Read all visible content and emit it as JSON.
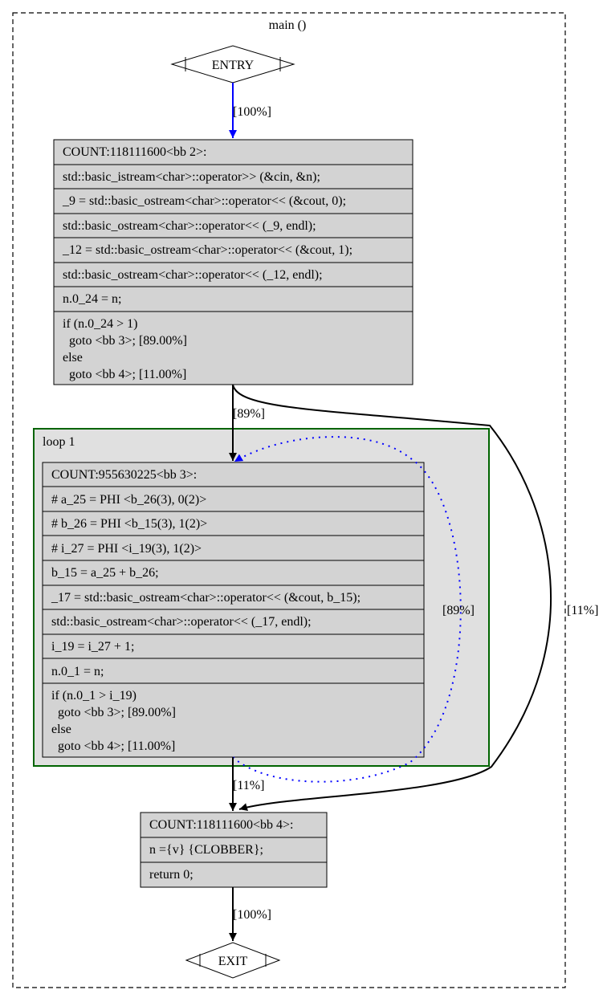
{
  "cluster_title": "main ()",
  "loop_title": "loop 1",
  "entry_label": "ENTRY",
  "exit_label": "EXIT",
  "bb2": {
    "lines": [
      "COUNT:118111600<bb 2>:",
      "std::basic_istream<char>::operator>> (&cin, &n);",
      "_9 = std::basic_ostream<char>::operator<< (&cout, 0);",
      "std::basic_ostream<char>::operator<< (_9, endl);",
      "_12 = std::basic_ostream<char>::operator<< (&cout, 1);",
      "std::basic_ostream<char>::operator<< (_12, endl);",
      "n.0_24 = n;"
    ],
    "branch": [
      "if (n.0_24 > 1)",
      "  goto <bb 3>; [89.00%]",
      "else",
      "  goto <bb 4>; [11.00%]"
    ]
  },
  "bb3": {
    "lines": [
      "COUNT:955630225<bb 3>:",
      "# a_25 = PHI <b_26(3), 0(2)>",
      "# b_26 = PHI <b_15(3), 1(2)>",
      "# i_27 = PHI <i_19(3), 1(2)>",
      "b_15 = a_25 + b_26;",
      "_17 = std::basic_ostream<char>::operator<< (&cout, b_15);",
      "std::basic_ostream<char>::operator<< (_17, endl);",
      "i_19 = i_27 + 1;",
      "n.0_1 = n;"
    ],
    "branch": [
      "if (n.0_1 > i_19)",
      "  goto <bb 3>; [89.00%]",
      "else",
      "  goto <bb 4>; [11.00%]"
    ]
  },
  "bb4": {
    "lines": [
      "COUNT:118111600<bb 4>:",
      "n ={v} {CLOBBER};",
      "return 0;"
    ]
  },
  "edges": {
    "entry_to_bb2": "[100%]",
    "bb2_to_bb3": "[89%]",
    "bb2_to_bb4": "[11%]",
    "bb3_loop": "[89%]",
    "bb3_to_bb4": "[11%]",
    "bb4_to_exit": "[100%]"
  },
  "colors": {
    "node_fill": "#d3d3d3",
    "loop_fill": "#e0e0e0",
    "loop_border": "#006400",
    "entry_edge": "#0000ff",
    "loop_edge": "#0000ff"
  }
}
